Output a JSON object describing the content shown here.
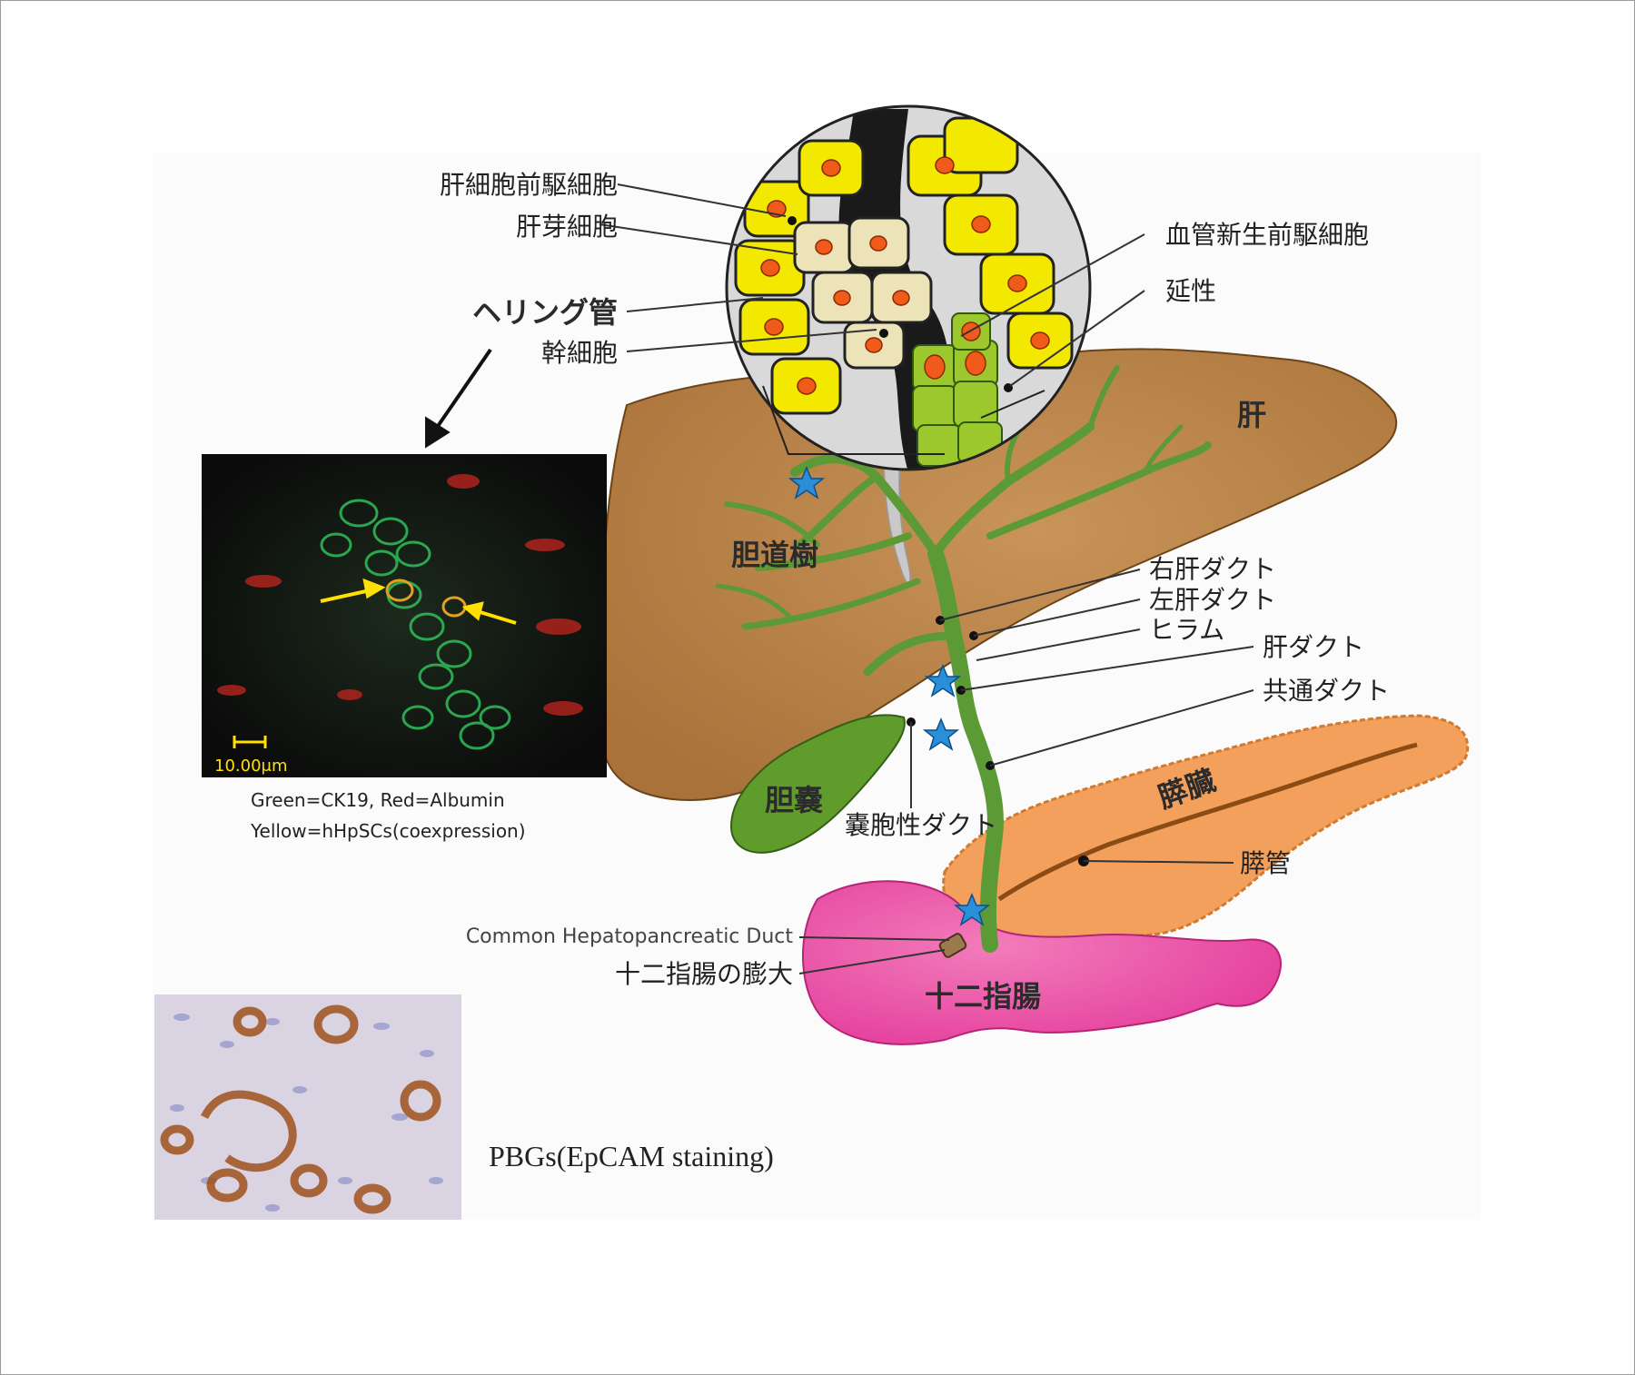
{
  "labels": {
    "hepatocyte_precursor": "肝細胞前駆細胞",
    "hepatoblast": "肝芽細胞",
    "canal_of_hering": "ヘリング管",
    "stem_cell": "幹細胞",
    "angiogenic_precursor": "血管新生前駆細胞",
    "extension": "延性",
    "liver": "肝",
    "biliary_tree": "胆道樹",
    "right_hepatic_duct": "右肝ダクト",
    "left_hepatic_duct": "左肝ダクト",
    "hilum": "ヒラム",
    "hepatic_duct": "肝ダクト",
    "common_duct": "共通ダクト",
    "pancreas": "膵臓",
    "gallbladder": "胆嚢",
    "cystic_duct": "嚢胞性ダクト",
    "pancreatic_duct": "膵管",
    "common_hepatopancreatic_duct": "Common Hepatopancreatic Duct",
    "ampulla": "十二指腸の膨大",
    "duodenum": "十二指腸",
    "micrograph_caption_line1": "Green=CK19, Red=Albumin",
    "micrograph_caption_line2": "Yellow=hHpSCs(coexpression)",
    "scale_bar": "10.00μm",
    "pbg_caption": "PBGs(EpCAM staining)"
  },
  "colors": {
    "liver": "#b88144",
    "biliary_tree": "#5c9a35",
    "pancreas": "#f2a05c",
    "duodenum": "#ec5bab",
    "gallbladder": "#5f9c2c",
    "hepatocyte": "#f3e800",
    "hepatoblast": "#ede3b8",
    "star": "#2a8fd6"
  },
  "icons": {
    "arrow": "arrow-down-left-icon",
    "star": "star-icon"
  }
}
